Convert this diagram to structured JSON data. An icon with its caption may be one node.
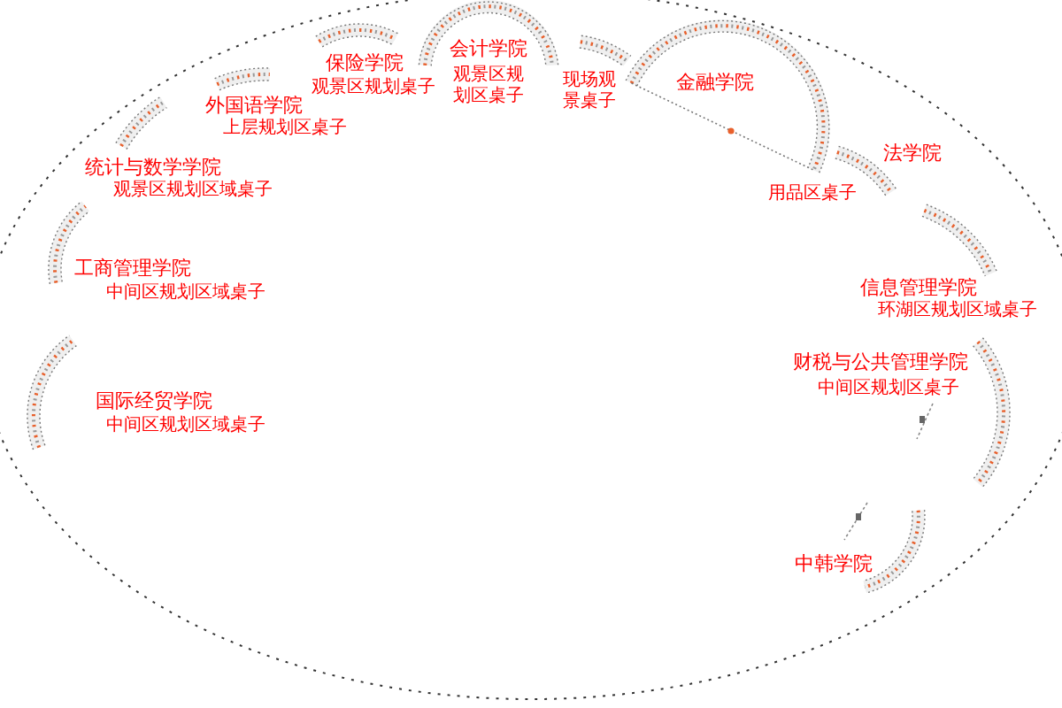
{
  "diagram": {
    "labels": [
      "保险学院",
      "观景区规划桌子",
      "会计学院",
      "观景区规划区桌子",
      "现场观景桌子",
      "金融学院",
      "外国语学院",
      "上层规划区桌子",
      "法学院",
      "用品区桌子",
      "统计与数学学院",
      "观景区规划区域桌子",
      "工商管理学院",
      "中间区规划区域桌子",
      "信息管理学院",
      "环湖区规划区域桌子",
      "财税与公共管理学院",
      "中间区规划区桌子",
      "国际经贸学院",
      "中间区规划区域桌子",
      "中韩学院"
    ]
  }
}
